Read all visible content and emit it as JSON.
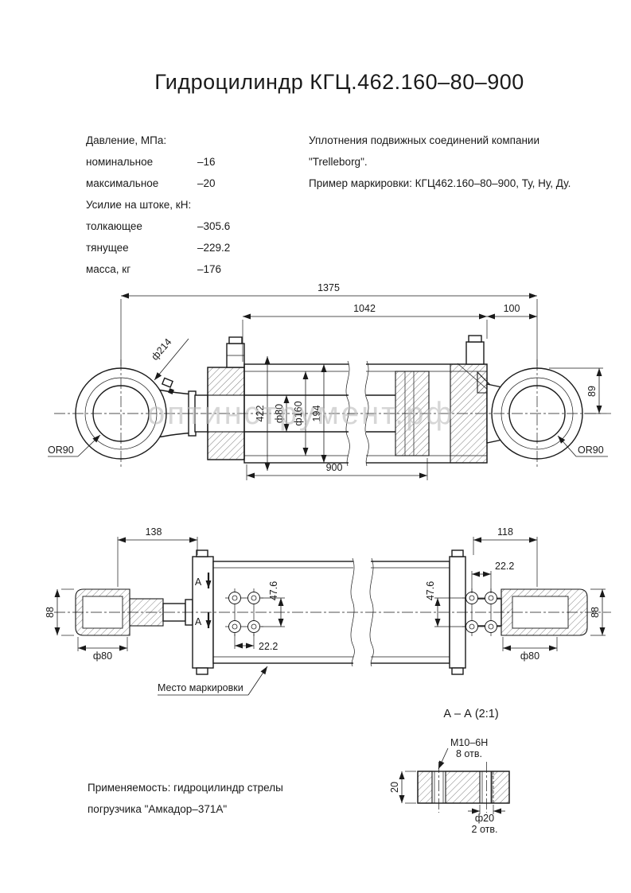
{
  "title": "Гидроцилиндр КГЦ.462.160–80–900",
  "watermark": "оптинструмент.рф",
  "specs": {
    "pressure_header": "Давление, МПа:",
    "nominal_label": "номинальное",
    "nominal_value": "–16",
    "max_label": "максимальное",
    "max_value": "–20",
    "force_header": "Усилие на штоке, кН:",
    "push_label": "толкающее",
    "push_value": "–305.6",
    "pull_label": "тянущее",
    "pull_value": "–229.2",
    "mass_label": "масса, кг",
    "mass_value": "–176"
  },
  "notes": {
    "seals_line1": "Уплотнения подвижных соединений компании",
    "seals_line2": "\"Trelleborg\".",
    "marking_example": "Пример маркировки: КГЦ462.160–80–900, Ту, Ну, Ду."
  },
  "main_view": {
    "dim_overall": "1375",
    "dim_body": "1042",
    "dim_end": "100",
    "dim_eye_od": "ф214",
    "dim_eye_width": "89",
    "dim_422": "422",
    "dim_rod": "ф80",
    "dim_bore": "ф160",
    "dim_od": "194",
    "dim_stroke": "900",
    "bearing_left": "OR90",
    "bearing_right": "OR90"
  },
  "plan_view": {
    "dim_left_offset": "138",
    "dim_right_offset": "118",
    "dim_88_left": "88",
    "dim_88_right": "88",
    "dim_rod_left": "ф80",
    "dim_rod_right": "ф80",
    "dim_222_left": "22.2",
    "dim_222_right": "22.2",
    "dim_476_left": "47.6",
    "dim_476_right": "47.6",
    "section_letter_top": "A",
    "section_letter_bottom": "A",
    "marking_label": "Место маркировки"
  },
  "section_view": {
    "title": "А – А (2:1)",
    "thread_label": "М10–6Н",
    "thread_count": "8 отв.",
    "dim_thickness": "20",
    "hole_dia": "ф20",
    "hole_count": "2 отв."
  },
  "application": {
    "line1": "Применяемость: гидроцилиндр стрелы",
    "line2": "погрузчика \"Амкадор–371А\""
  }
}
